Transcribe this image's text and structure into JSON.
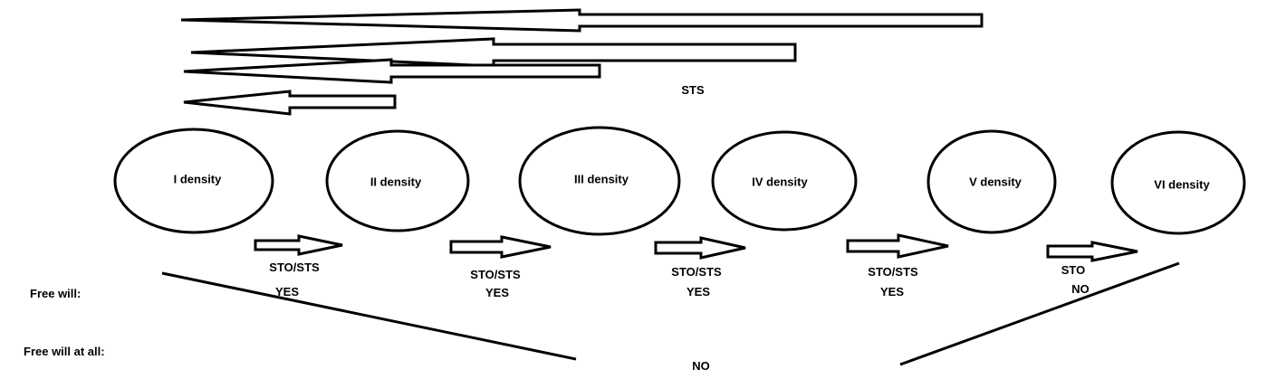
{
  "top_label": "STS",
  "densities": [
    {
      "label": "I density"
    },
    {
      "label": "II density"
    },
    {
      "label": "III density"
    },
    {
      "label": "IV density"
    },
    {
      "label": "V density"
    },
    {
      "label": "VI density"
    }
  ],
  "transitions": [
    {
      "polarity": "STO/STS",
      "free_will": "YES"
    },
    {
      "polarity": "STO/STS",
      "free_will": "YES"
    },
    {
      "polarity": "STO/STS",
      "free_will": "YES"
    },
    {
      "polarity": "STO/STS",
      "free_will": "YES"
    },
    {
      "polarity": "STO",
      "free_will": "NO"
    }
  ],
  "row_labels": {
    "free_will": "Free will:",
    "free_will_at_all": "Free will at all:"
  },
  "bottom_value": "NO"
}
